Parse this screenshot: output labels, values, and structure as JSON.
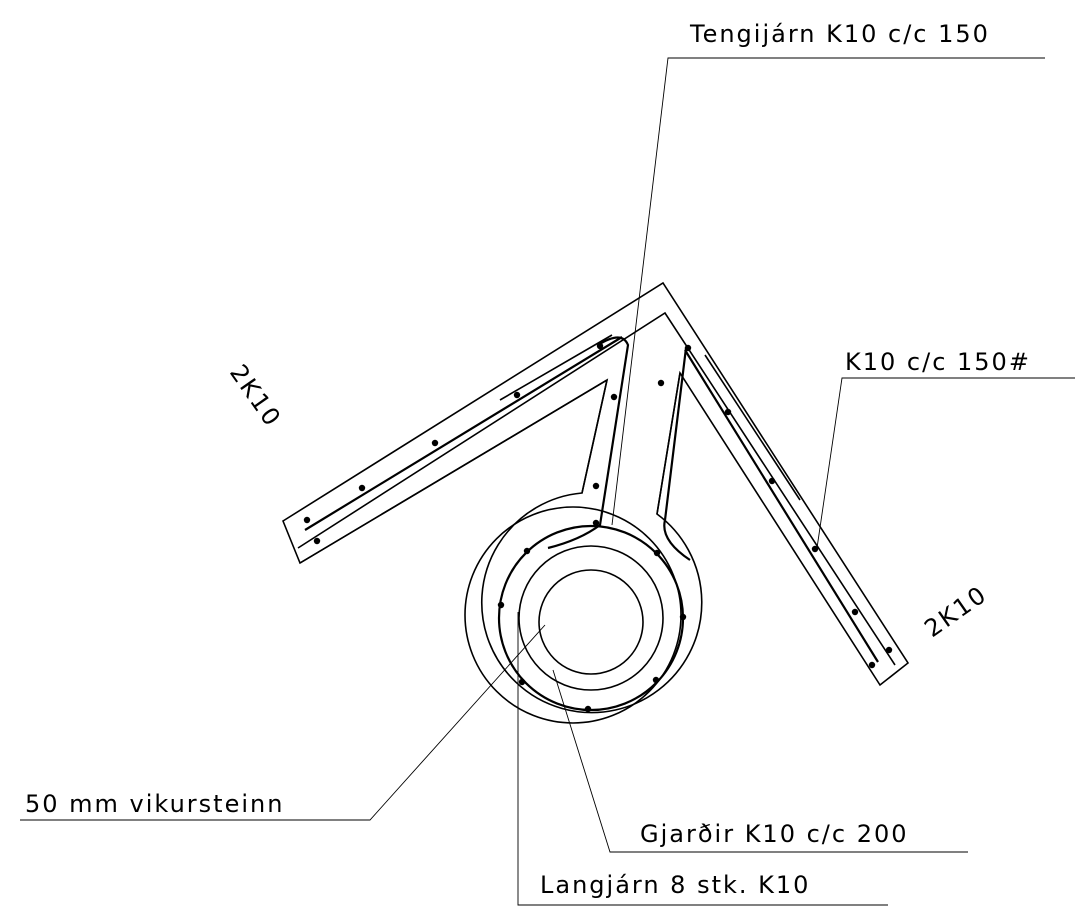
{
  "labels": {
    "tengijarn": "Tengijárn K10 c/c 150",
    "k10_cc_150": "K10 c/c 150#",
    "two_k10_left": "2K10",
    "two_k10_right": "2K10",
    "vikursteinn": "50 mm vikursteinn",
    "gjardir": "Gjarðir K10 c/c 200",
    "langjarn": "Langjárn 8 stk. K10"
  }
}
